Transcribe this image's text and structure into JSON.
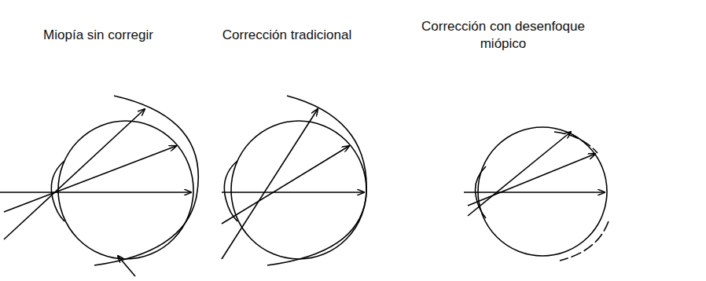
{
  "diagram": {
    "labels": [
      "Miopía sin corregir",
      "Corrección tradicional",
      "Corrección con desenfoque miópico"
    ]
  }
}
